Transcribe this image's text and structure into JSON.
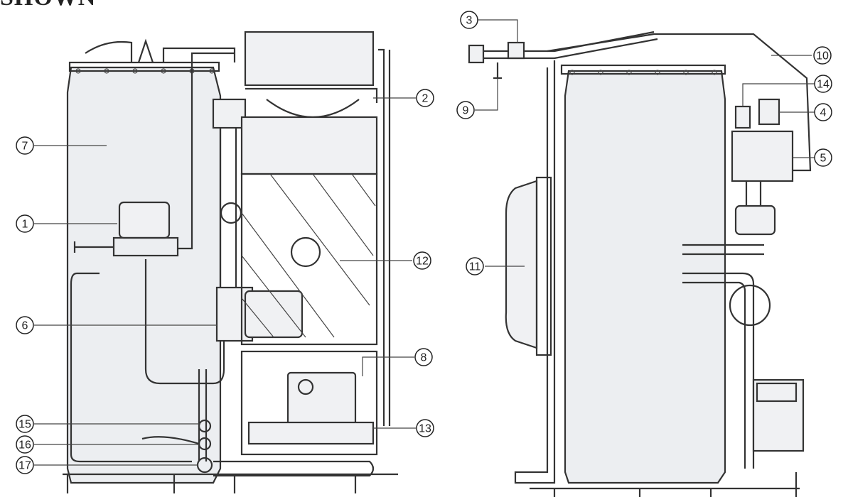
{
  "title_fragment": "SHOWN",
  "callouts": [
    {
      "id": "c1",
      "label": "1"
    },
    {
      "id": "c2",
      "label": "2"
    },
    {
      "id": "c3",
      "label": "3"
    },
    {
      "id": "c4",
      "label": "4"
    },
    {
      "id": "c5",
      "label": "5"
    },
    {
      "id": "c6",
      "label": "6"
    },
    {
      "id": "c7",
      "label": "7"
    },
    {
      "id": "c8",
      "label": "8"
    },
    {
      "id": "c9",
      "label": "9"
    },
    {
      "id": "c10",
      "label": "10"
    },
    {
      "id": "c11",
      "label": "11"
    },
    {
      "id": "c12",
      "label": "12"
    },
    {
      "id": "c13",
      "label": "13"
    },
    {
      "id": "c14",
      "label": "14"
    },
    {
      "id": "c15",
      "label": "15"
    },
    {
      "id": "c16",
      "label": "16"
    },
    {
      "id": "c17",
      "label": "17"
    }
  ]
}
